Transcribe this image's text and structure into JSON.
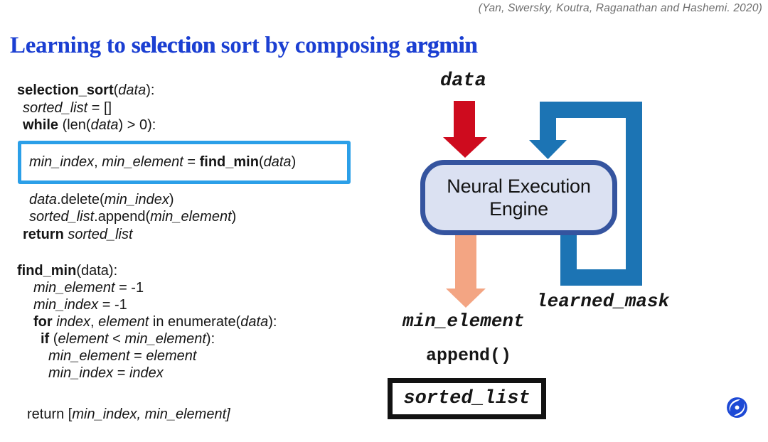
{
  "citation": "(Yan, Swersky, Koutra, Raganathan and Hashemi. 2020)",
  "title_segments": [
    {
      "t": "Learning to "
    },
    {
      "t": "selection",
      "b": true
    },
    {
      "t": " sort by composing "
    },
    {
      "t": "argmin",
      "b": true
    }
  ],
  "code": {
    "selection_sort": {
      "lines": [
        {
          "ind": 0,
          "seg": [
            {
              "t": "selection_sort",
              "b": true
            },
            {
              "t": "("
            },
            {
              "t": "data",
              "i": true
            },
            {
              "t": "):"
            }
          ]
        },
        {
          "ind": 8,
          "seg": [
            {
              "t": "sorted_list",
              "i": true
            },
            {
              "t": " = []"
            }
          ]
        },
        {
          "ind": 8,
          "seg": [
            {
              "t": "while",
              "b": true
            },
            {
              "t": " (len("
            },
            {
              "t": "data",
              "i": true
            },
            {
              "t": ") > 0):"
            }
          ]
        },
        {
          "ind": 11,
          "seg": [
            {
              "t": "min_index",
              "i": true
            },
            {
              "t": ", "
            },
            {
              "t": "min_element",
              "i": true
            },
            {
              "t": " = "
            },
            {
              "t": "find_min",
              "b": true
            },
            {
              "t": "("
            },
            {
              "t": "data",
              "i": true
            },
            {
              "t": ")"
            }
          ]
        },
        {
          "ind": 17,
          "seg": [
            {
              "t": "data",
              "i": true
            },
            {
              "t": ".delete("
            },
            {
              "t": "min_index",
              "i": true
            },
            {
              "t": ")"
            }
          ]
        },
        {
          "ind": 17,
          "seg": [
            {
              "t": "sorted_list",
              "i": true
            },
            {
              "t": ".append("
            },
            {
              "t": "min_element",
              "i": true
            },
            {
              "t": ")"
            }
          ]
        },
        {
          "ind": 8,
          "seg": [
            {
              "t": "return",
              "b": true
            },
            {
              "t": " "
            },
            {
              "t": "sorted_list",
              "i": true
            }
          ]
        }
      ]
    },
    "find_min": {
      "lines": [
        {
          "ind": 0,
          "seg": [
            {
              "t": "find_min",
              "b": true
            },
            {
              "t": "(data):"
            }
          ]
        },
        {
          "ind": 23,
          "seg": [
            {
              "t": "min_element",
              "i": true
            },
            {
              "t": " = -1"
            }
          ]
        },
        {
          "ind": 23,
          "seg": [
            {
              "t": "min_index",
              "i": true
            },
            {
              "t": " = -1"
            }
          ]
        },
        {
          "ind": 23,
          "seg": [
            {
              "t": "for",
              "b": true
            },
            {
              "t": " "
            },
            {
              "t": "index",
              "i": true
            },
            {
              "t": ", "
            },
            {
              "t": "element",
              "i": true
            },
            {
              "t": " in enumerate("
            },
            {
              "t": "data",
              "i": true
            },
            {
              "t": "):"
            }
          ]
        },
        {
          "ind": 33,
          "seg": [
            {
              "t": "if",
              "b": true
            },
            {
              "t": " ("
            },
            {
              "t": "element",
              "i": true
            },
            {
              "t": " < "
            },
            {
              "t": "min_element",
              "i": true
            },
            {
              "t": "):"
            }
          ]
        },
        {
          "ind": 44,
          "seg": [
            {
              "t": "min_element",
              "i": true
            },
            {
              "t": " = "
            },
            {
              "t": "element",
              "i": true
            }
          ]
        },
        {
          "ind": 44,
          "seg": [
            {
              "t": "min_index",
              "i": true
            },
            {
              "t": " = "
            },
            {
              "t": "index",
              "i": true
            }
          ]
        },
        {
          "ind": 14,
          "seg": [
            {
              "t": "return ["
            },
            {
              "t": "min_index, min_element]",
              "i": true
            }
          ]
        }
      ]
    }
  },
  "diagram": {
    "data_label": "data",
    "engine_label": "Neural Execution Engine",
    "learned_mask_label": "learned_mask",
    "min_element_label": "min_element",
    "append_label": "append()",
    "sorted_list_label": "sorted_list"
  },
  "colors": {
    "title_blue": "#1b3fd2",
    "citation_gray": "#6e6e6e",
    "code_text": "#161616",
    "highlight_border": "#2b9fe8",
    "data_arrow_red": "#ce0b1e",
    "mask_loop_blue": "#1c74b4",
    "output_arrow_orange": "#f3a583",
    "engine_fill": "#dbe1f2",
    "engine_border": "#35549f",
    "logo_blue": "#1d49d5"
  }
}
